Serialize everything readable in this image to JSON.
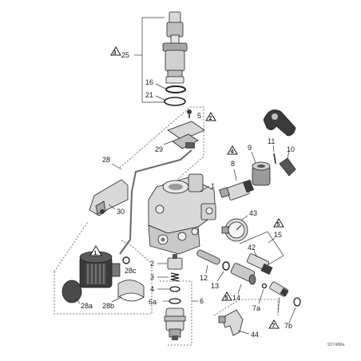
{
  "callouts": {
    "c1": "1",
    "c2": "2",
    "c3": "3",
    "c4": "4",
    "c5": "5",
    "c6": "6",
    "c6a": "6a",
    "c7a": "7a",
    "c7b": "7b",
    "c8": "8",
    "c9": "9",
    "c10": "10",
    "c11": "11",
    "c12": "12",
    "c13": "13",
    "c14": "14",
    "c15": "15",
    "c16": "16",
    "c21": "21",
    "c25": "25",
    "c28": "28",
    "c28a": "28a",
    "c28b": "28b",
    "c28c": "28c",
    "c29": "29",
    "c30": "30",
    "c42": "42",
    "c43": "43",
    "c44": "44"
  },
  "warnings": {
    "w3": "3",
    "w2": "2",
    "w4": "4",
    "w1": "1",
    "w5": "5",
    "w7": "7"
  },
  "reference_code": "927488a",
  "colors": {
    "part_light": "#d9d9d9",
    "part_mid": "#a6a6a6",
    "part_dark": "#3a3a3a",
    "outline": "#222222",
    "dashed": "#555555"
  }
}
